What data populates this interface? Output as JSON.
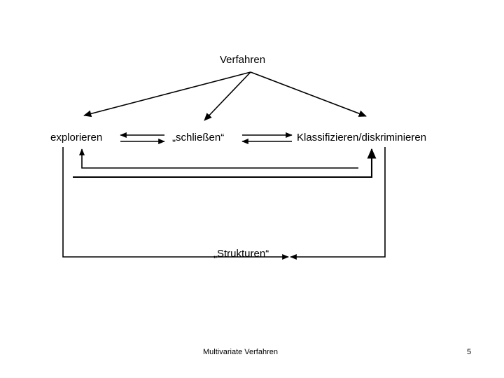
{
  "slide": {
    "title_node": "Verfahren",
    "background_color": "#ffffff",
    "stroke_color": "#000000"
  },
  "diagram": {
    "type": "concept-map",
    "root": "Verfahren",
    "nodes": [
      {
        "id": "verfahren",
        "label": "Verfahren"
      },
      {
        "id": "explorieren",
        "label": "explorieren"
      },
      {
        "id": "schliessen",
        "label": "„schließen“"
      },
      {
        "id": "klassifizieren",
        "label": "Klassifizieren/diskriminieren"
      },
      {
        "id": "strukturen",
        "label": "„Strukturen“"
      }
    ],
    "edges": [
      {
        "from": "verfahren",
        "to": "explorieren",
        "style": "arrow-down-left"
      },
      {
        "from": "verfahren",
        "to": "schliessen",
        "style": "arrow-down-left-short"
      },
      {
        "from": "verfahren",
        "to": "klassifizieren",
        "style": "arrow-down-right"
      },
      {
        "from": "explorieren",
        "to": "schliessen",
        "style": "double-arrow-horizontal"
      },
      {
        "from": "schliessen",
        "to": "klassifizieren",
        "style": "double-arrow-horizontal"
      },
      {
        "from": "explorieren",
        "to": "strukturen",
        "style": "elbow-down-right"
      },
      {
        "from": "klassifizieren",
        "to": "strukturen",
        "style": "elbow-down-left"
      },
      {
        "from": "strukturen",
        "to": "explorieren",
        "style": "elbow-up-return"
      },
      {
        "from": "strukturen",
        "to": "klassifizieren",
        "style": "elbow-up-return"
      }
    ]
  },
  "footer": {
    "title": "Multivariate Verfahren",
    "page_number": "5"
  }
}
